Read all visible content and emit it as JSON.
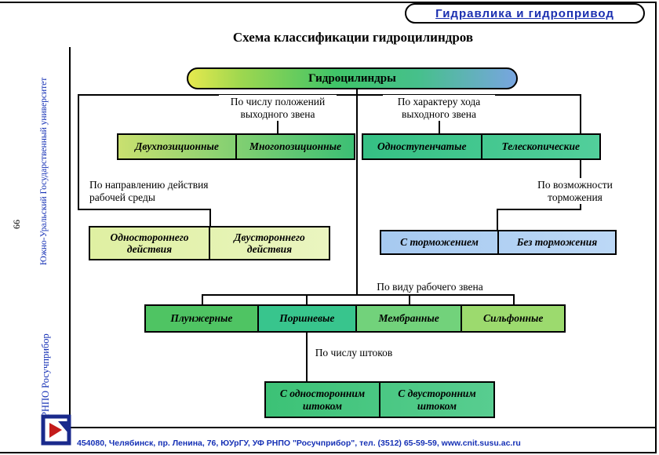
{
  "header": {
    "title": "Гидравлика и гидропривод"
  },
  "slide": {
    "title": "Схема классификации гидроцилиндров",
    "root": "Гидроцилиндры"
  },
  "groups": {
    "positions": {
      "label": "По числу положений выходного звена",
      "items": [
        "Двухпозиционные",
        "Многопозиционные"
      ]
    },
    "stroke": {
      "label": "По характеру хода выходного звена",
      "items": [
        "Одноступенчатые",
        "Телескопические"
      ]
    },
    "direction": {
      "label": "По направлению действия рабочей среды",
      "items": [
        "Одностороннего действия",
        "Двустороннего действия"
      ]
    },
    "braking": {
      "label": "По возможности торможения",
      "items": [
        "С торможением",
        "Без торможения"
      ]
    },
    "working": {
      "label": "По виду рабочего звена",
      "items": [
        "Плунжерные",
        "Поршневые",
        "Мембранные",
        "Сильфонные"
      ]
    },
    "rods": {
      "label": "По числу штоков",
      "items": [
        "С односторонним штоком",
        "С двусторонним штоком"
      ]
    }
  },
  "sidebar": {
    "university": "Южно-Уральский Государственный университет",
    "page_number": "66",
    "organization": "РНПО Росучприбор"
  },
  "footer": {
    "address": "454080, Челябинск, пр. Ленина, 76, ЮУрГУ, УФ РНПО \"Росучприбор\", тел. (3512) 65-59-59, www.cnit.susu.ac.ru"
  },
  "colors": {
    "brand_blue": "#1530b5",
    "root_gradient_start": "#e6e94e",
    "root_gradient_mid": "#3fc468",
    "root_gradient_end": "#78a5e0",
    "green_dark": "#3cbf74",
    "green_light": "#dff0a2",
    "blue_light": "#a6c9f0"
  }
}
